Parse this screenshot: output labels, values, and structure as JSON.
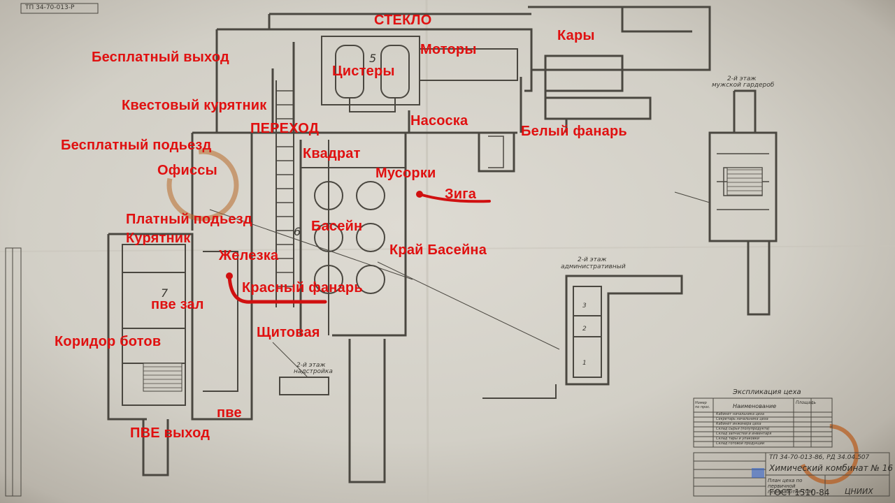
{
  "header_code": "ТП 34-70-013-Р",
  "labels": {
    "steklo": "СТЕКЛО",
    "kary": "Кары",
    "motory": "Моторы",
    "besplatny_vyhod": "Бесплатный выход",
    "cistery": "Цистеры",
    "kvestovy_kuryatnik": "Квестовый курятник",
    "nasoska": "Насоска",
    "perehod": "ПЕРЕХОД",
    "bely_fanar": "Белый фанарь",
    "besplatny_podezd": "Бесплатный подьезд",
    "kvadrat": "Квадрат",
    "ofissy": "Офиссы",
    "musorki": "Мусорки",
    "ziga": "Зига",
    "platny_podezd": "Платный подьезд",
    "basein": "Басейн",
    "kuryatnik": "Курятник",
    "kray_baseina": "Край Басейна",
    "zhelezka": "Железка",
    "krasny_fanar": "Красный фанарь",
    "pve_zal": "пве зал",
    "shchitovaya": "Щитовая",
    "koridor_botov": "Коридор ботов",
    "pve": "пве",
    "pve_vyhod": "ПВЕ выход"
  },
  "room_numbers": {
    "n5": "5",
    "n6": "6",
    "n7": "7",
    "a1": "1",
    "a2": "2",
    "a3": "3"
  },
  "plan_notes": {
    "floor2_male": "2-й этаж",
    "male_wardrobe": "мужской гардероб",
    "floor2_admin": "2-й этаж",
    "admin": "административный",
    "floor2_super": "2-й этаж",
    "superstructure": "надстройка"
  },
  "explication": {
    "title": "Экспликация цеха",
    "col_num": "Номер по прос.",
    "col_name": "Наименование",
    "col_area": "Площадь",
    "rows": [
      "Кабинет начальника цеха",
      "Секретарь начальника цеха",
      "Кабинет инженера цеха",
      "Склад сырья (полупродукта)",
      "Склад запчастей и инвентаря",
      "Склад тары и упаковки",
      "Склад готовой продукции"
    ]
  },
  "title_block": {
    "code": "ТП 34-70-013-86, РД 34.04.507",
    "plant": "Химический комбинат № 16",
    "subtitle": "План цеха по первичной переработке ГСМ",
    "gost": "ГОСТ 1510-84",
    "org": "ЦНИИХ"
  },
  "colors": {
    "label_red": "#e01010",
    "paper": "#d6d3ca",
    "line": "#4a4740",
    "stain": "#b86a2a",
    "marker": "#d01010"
  }
}
